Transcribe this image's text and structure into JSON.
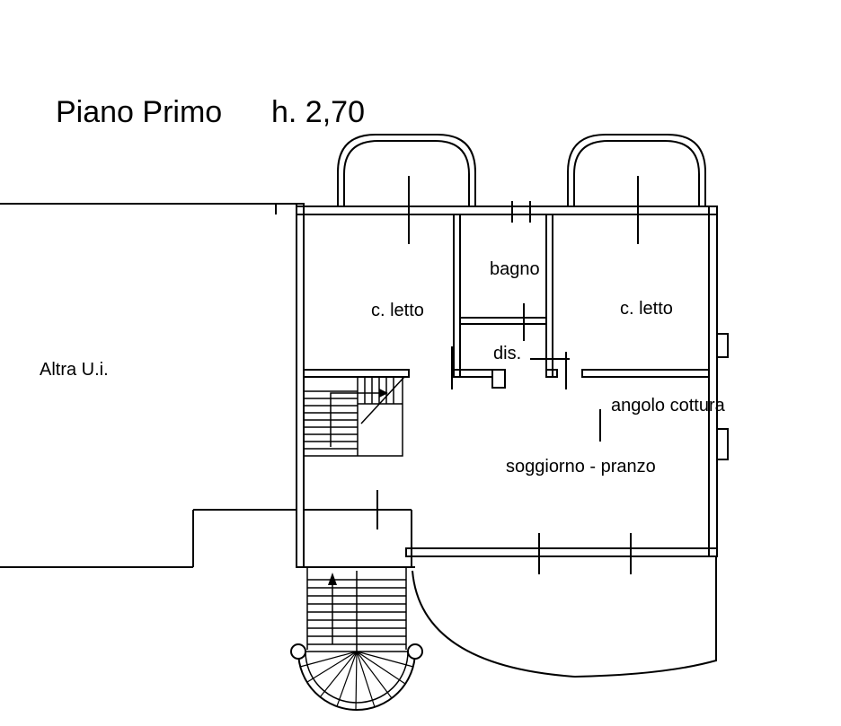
{
  "title": {
    "name": "Piano Primo",
    "height_note": "h. 2,70"
  },
  "rooms": {
    "altra_ui": "Altra U.i.",
    "c_letto_left": "c. letto",
    "bagno": "bagno",
    "dis": "dis.",
    "c_letto_right": "c. letto",
    "angolo_cottura": "angolo cottura",
    "soggiorno_pranzo": "soggiorno - pranzo"
  },
  "colors": {
    "line": "#000000",
    "background": "#ffffff"
  }
}
